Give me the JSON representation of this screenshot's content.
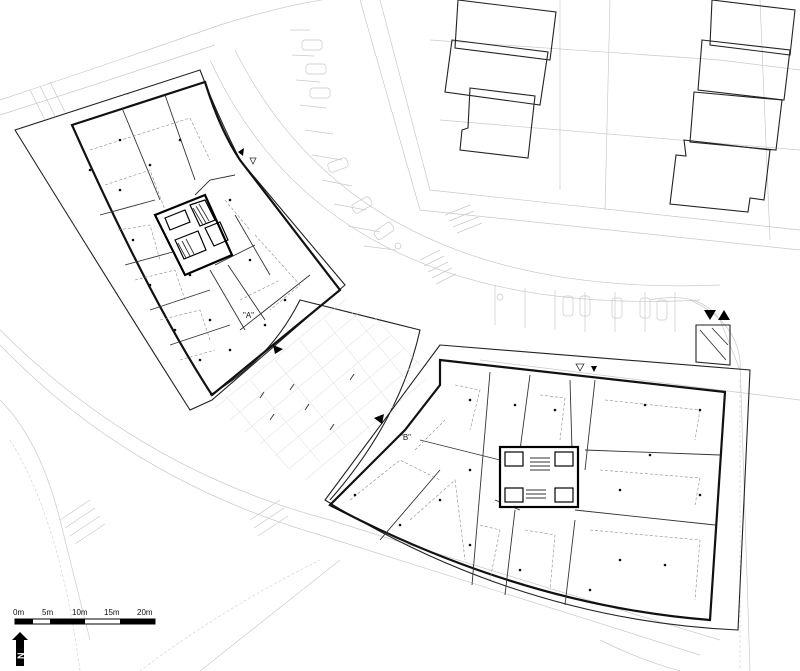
{
  "buildings": {
    "a_label": "\"A\"",
    "b_label": "\"B\""
  },
  "scale_bar": {
    "ticks": [
      "0m",
      "5m",
      "10m",
      "15m",
      "20m"
    ]
  },
  "north_arrow": {
    "label": "N"
  },
  "icons": {
    "entrance_markers": "filled-triangle",
    "ramp_markers": "double-triangle",
    "parking_cars": "car-outline"
  }
}
